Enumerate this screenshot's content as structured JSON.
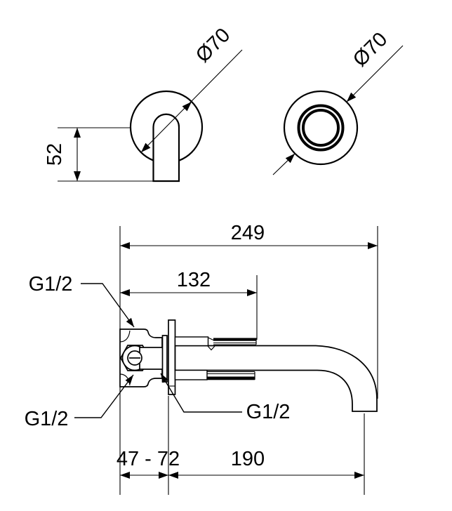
{
  "colors": {
    "ink": "#000000",
    "background": "#ffffff"
  },
  "views": {
    "handle_front": {
      "diameter": "Ø70",
      "lever_length": "52"
    },
    "spout_front": {
      "diameter": "Ø70"
    },
    "side": {
      "overall_depth": "249",
      "rough_in_length": "132",
      "wall_depth_range": "47 - 72",
      "spout_reach": "190",
      "thread_labels": [
        "G1/2",
        "G1/2",
        "G1/2"
      ]
    }
  }
}
